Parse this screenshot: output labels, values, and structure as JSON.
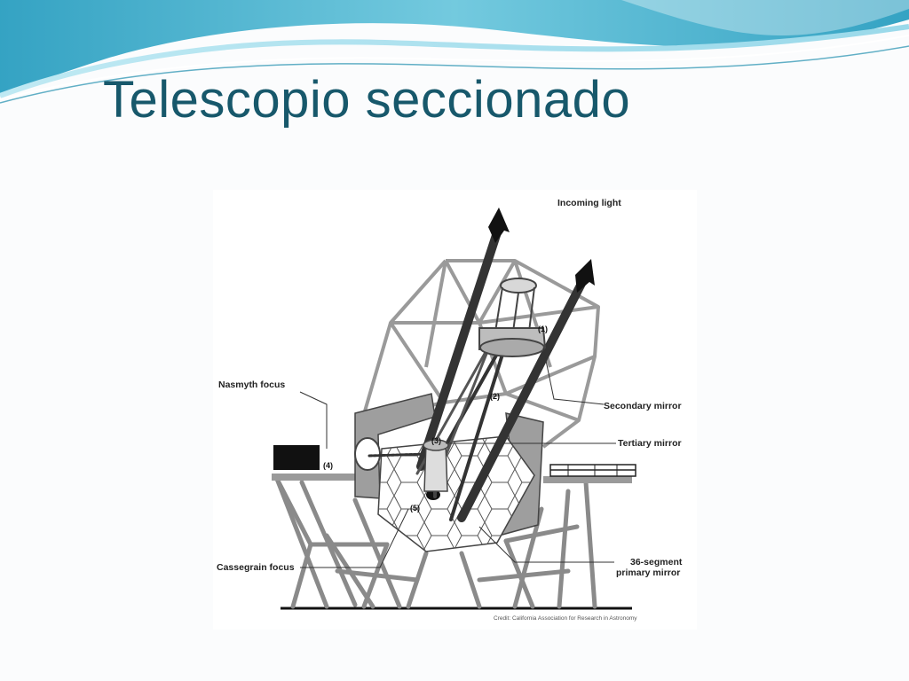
{
  "slide": {
    "title": "Telescopio seccionado"
  },
  "theme": {
    "title_color": "#17586b",
    "wave_dark": "#1f8fae",
    "wave_light": "#8fd6e6"
  },
  "figure": {
    "labels": {
      "incoming_light": "Incoming light",
      "nasmyth_focus": "Nasmyth focus",
      "secondary_mirror": "Secondary mirror",
      "tertiary_mirror": "Tertiary mirror",
      "cassegrain_focus": "Cassegrain focus",
      "primary_mirror_line1": "36-segment",
      "primary_mirror_line2": "primary mirror"
    },
    "numbers": {
      "n1": "(1)",
      "n2": "(2)",
      "n3": "(3)",
      "n4": "(4)",
      "n5": "(5)"
    },
    "credit": "Credit: California Association for Research in Astronomy"
  }
}
